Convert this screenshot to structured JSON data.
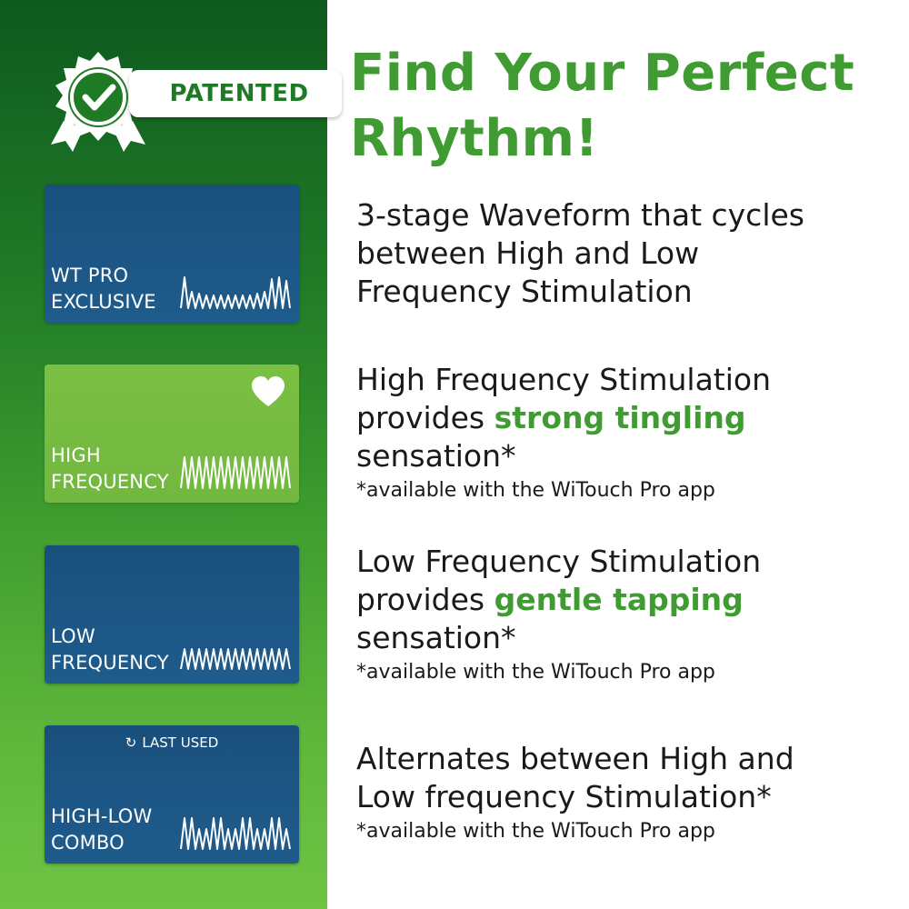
{
  "badge": {
    "label": "PATENTED"
  },
  "headline": {
    "line1": "Find Your Perfect",
    "line2": "Rhythm!"
  },
  "cards": [
    {
      "line1": "WT PRO",
      "line2": "EXCLUSIVE",
      "wave_icon": "waveform-icon"
    },
    {
      "line1": "HIGH",
      "line2": "FREQUENCY",
      "wave_icon": "waveform-icon",
      "favorite_icon": "heart-icon"
    },
    {
      "line1": "LOW",
      "line2": "FREQUENCY",
      "wave_icon": "waveform-icon"
    },
    {
      "line1": "HIGH-LOW",
      "line2": "COMBO",
      "wave_icon": "waveform-icon",
      "status": "LAST USED",
      "status_icon": "refresh-icon"
    }
  ],
  "features": [
    {
      "lines": [
        "3-stage Waveform that cycles",
        "between High and Low",
        "Frequency Stimulation"
      ]
    },
    {
      "pre": "High Frequency Stimulation",
      "mid_prefix": "provides ",
      "highlight": "strong tingling",
      "post": "sensation*",
      "note": "*available with the WiTouch Pro app"
    },
    {
      "pre": "Low Frequency Stimulation",
      "mid_prefix": "provides ",
      "highlight": "gentle tapping",
      "post": "sensation*",
      "note": "*available with the WiTouch Pro app"
    },
    {
      "lines": [
        "Alternates between High and",
        "Low frequency Stimulation*"
      ],
      "note": "*available with the WiTouch Pro app"
    }
  ],
  "colors": {
    "accent_green": "#3f9b32",
    "card_blue": "#1e5c8c",
    "card_green": "#7bc043",
    "dark_green": "#0f5a1f"
  }
}
